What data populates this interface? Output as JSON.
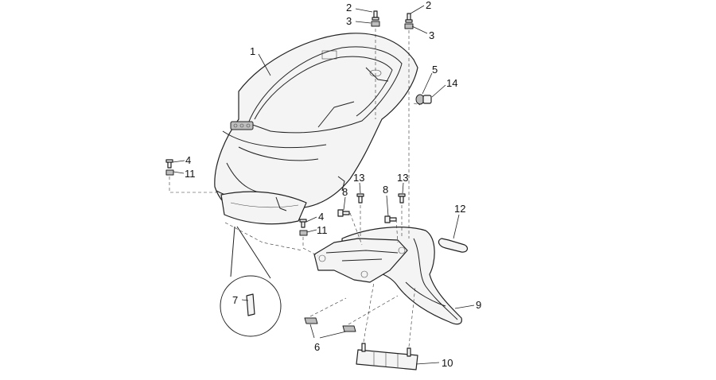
{
  "callouts": [
    {
      "id": "c1",
      "label": "1"
    },
    {
      "id": "c2a",
      "label": "2"
    },
    {
      "id": "c3a",
      "label": "3"
    },
    {
      "id": "c2b",
      "label": "2"
    },
    {
      "id": "c3b",
      "label": "3"
    },
    {
      "id": "c5",
      "label": "5"
    },
    {
      "id": "c14",
      "label": "14"
    },
    {
      "id": "c4a",
      "label": "4"
    },
    {
      "id": "c11a",
      "label": "11"
    },
    {
      "id": "c13a",
      "label": "13"
    },
    {
      "id": "c13b",
      "label": "13"
    },
    {
      "id": "c8a",
      "label": "8"
    },
    {
      "id": "c8b",
      "label": "8"
    },
    {
      "id": "c4b",
      "label": "4"
    },
    {
      "id": "c11b",
      "label": "11"
    },
    {
      "id": "c12",
      "label": "12"
    },
    {
      "id": "c7",
      "label": "7"
    },
    {
      "id": "c9",
      "label": "9"
    },
    {
      "id": "c6",
      "label": "6"
    },
    {
      "id": "c10",
      "label": "10"
    }
  ]
}
